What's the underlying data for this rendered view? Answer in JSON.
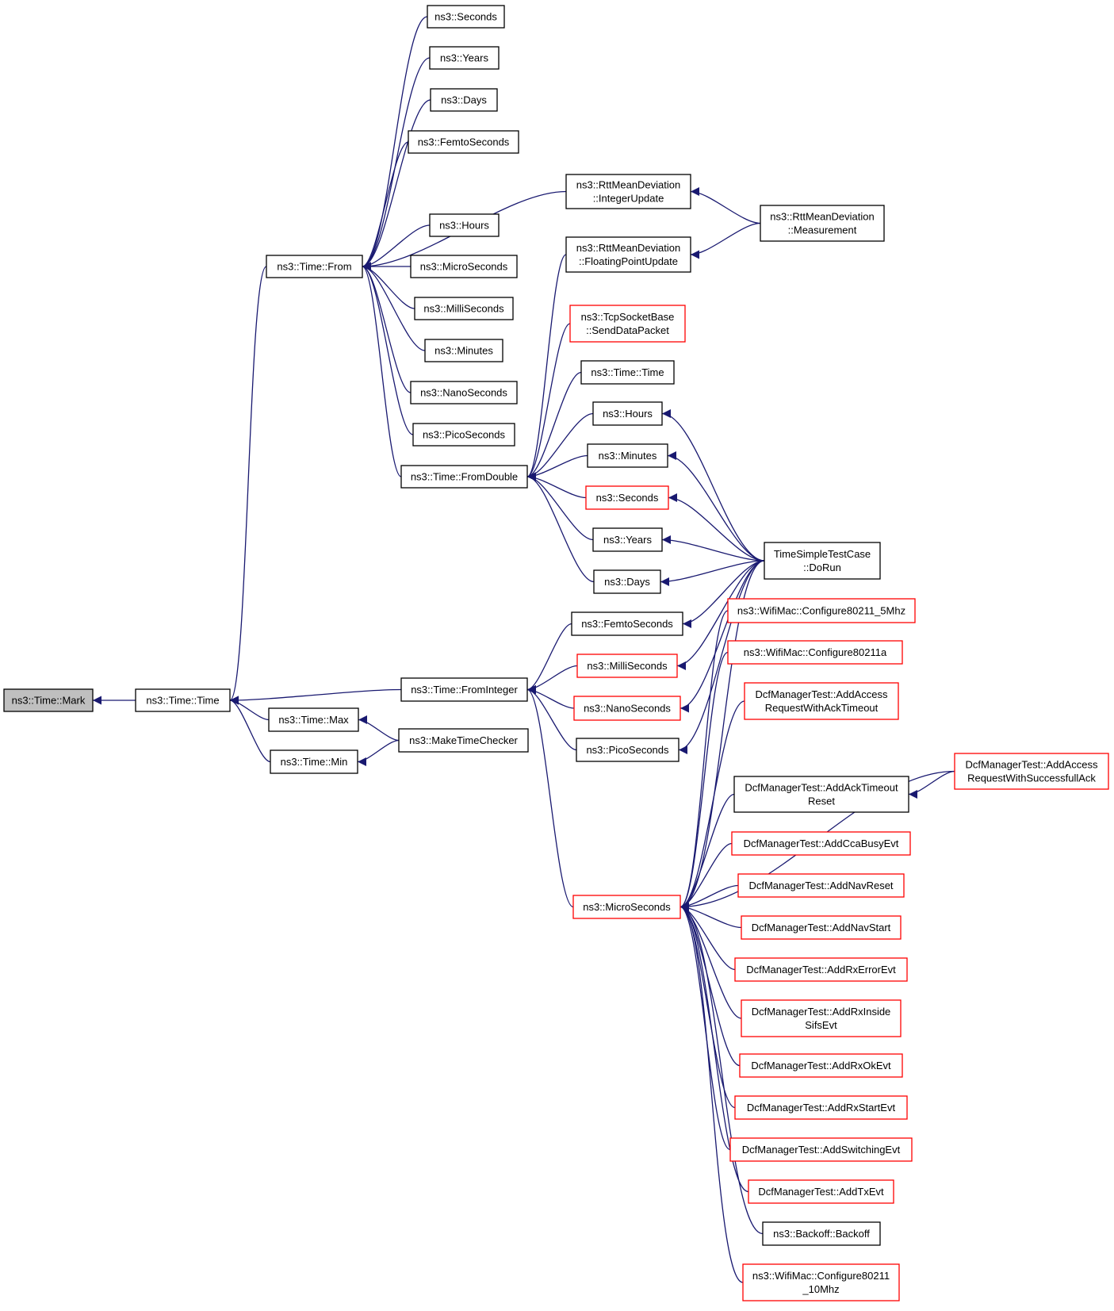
{
  "colors": {
    "edge": "#191970",
    "normal_border": "#000000",
    "link_border": "#ff0000",
    "root_fill": "#bfbfbf",
    "node_fill": "#ffffff"
  },
  "nodes": {
    "mark": {
      "lines": [
        "ns3::Time::Mark"
      ],
      "style": "root"
    },
    "time": {
      "lines": [
        "ns3::Time::Time"
      ],
      "style": "normal"
    },
    "from": {
      "lines": [
        "ns3::Time::From"
      ],
      "style": "normal"
    },
    "fromdouble": {
      "lines": [
        "ns3::Time::FromDouble"
      ],
      "style": "normal"
    },
    "frominteger": {
      "lines": [
        "ns3::Time::FromInteger"
      ],
      "style": "normal"
    },
    "max": {
      "lines": [
        "ns3::Time::Max"
      ],
      "style": "normal"
    },
    "min": {
      "lines": [
        "ns3::Time::Min"
      ],
      "style": "normal"
    },
    "maketimechecker": {
      "lines": [
        "ns3::MakeTimeChecker"
      ],
      "style": "normal"
    },
    "f_seconds": {
      "lines": [
        "ns3::Seconds"
      ],
      "style": "normal"
    },
    "f_years": {
      "lines": [
        "ns3::Years"
      ],
      "style": "normal"
    },
    "f_days": {
      "lines": [
        "ns3::Days"
      ],
      "style": "normal"
    },
    "f_femto": {
      "lines": [
        "ns3::FemtoSeconds"
      ],
      "style": "normal"
    },
    "f_hours": {
      "lines": [
        "ns3::Hours"
      ],
      "style": "normal"
    },
    "f_micro": {
      "lines": [
        "ns3::MicroSeconds"
      ],
      "style": "normal"
    },
    "f_milli": {
      "lines": [
        "ns3::MilliSeconds"
      ],
      "style": "normal"
    },
    "f_minutes": {
      "lines": [
        "ns3::Minutes"
      ],
      "style": "normal"
    },
    "f_nano": {
      "lines": [
        "ns3::NanoSeconds"
      ],
      "style": "normal"
    },
    "f_pico": {
      "lines": [
        "ns3::PicoSeconds"
      ],
      "style": "normal"
    },
    "rtt_int": {
      "lines": [
        "ns3::RttMeanDeviation",
        "::IntegerUpdate"
      ],
      "style": "normal"
    },
    "rtt_meas": {
      "lines": [
        "ns3::RttMeanDeviation",
        "::Measurement"
      ],
      "style": "normal"
    },
    "rtt_float": {
      "lines": [
        "ns3::RttMeanDeviation",
        "::FloatingPointUpdate"
      ],
      "style": "normal"
    },
    "tcp_send": {
      "lines": [
        "ns3::TcpSocketBase",
        "::SendDataPacket"
      ],
      "style": "link"
    },
    "d_timetime": {
      "lines": [
        "ns3::Time::Time"
      ],
      "style": "normal"
    },
    "d_hours": {
      "lines": [
        "ns3::Hours"
      ],
      "style": "normal"
    },
    "d_minutes": {
      "lines": [
        "ns3::Minutes"
      ],
      "style": "normal"
    },
    "d_seconds": {
      "lines": [
        "ns3::Seconds"
      ],
      "style": "link"
    },
    "d_years": {
      "lines": [
        "ns3::Years"
      ],
      "style": "normal"
    },
    "d_days": {
      "lines": [
        "ns3::Days"
      ],
      "style": "normal"
    },
    "tstc": {
      "lines": [
        "TimeSimpleTestCase",
        "::DoRun"
      ],
      "style": "normal"
    },
    "i_femto": {
      "lines": [
        "ns3::FemtoSeconds"
      ],
      "style": "normal"
    },
    "i_milli": {
      "lines": [
        "ns3::MilliSeconds"
      ],
      "style": "link"
    },
    "i_nano": {
      "lines": [
        "ns3::NanoSeconds"
      ],
      "style": "link"
    },
    "i_pico": {
      "lines": [
        "ns3::PicoSeconds"
      ],
      "style": "normal"
    },
    "i_micro": {
      "lines": [
        "ns3::MicroSeconds"
      ],
      "style": "link"
    },
    "wifi5": {
      "lines": [
        "ns3::WifiMac::Configure80211_5Mhz"
      ],
      "style": "link"
    },
    "wifia": {
      "lines": [
        "ns3::WifiMac::Configure80211a"
      ],
      "style": "link"
    },
    "dcf_ackto": {
      "lines": [
        "DcfManagerTest::AddAccess",
        "RequestWithAckTimeout"
      ],
      "style": "link"
    },
    "dcf_succ": {
      "lines": [
        "DcfManagerTest::AddAccess",
        "RequestWithSuccessfullAck"
      ],
      "style": "link"
    },
    "dcf_ackreset": {
      "lines": [
        "DcfManagerTest::AddAckTimeout",
        "Reset"
      ],
      "style": "normal"
    },
    "dcf_cca": {
      "lines": [
        "DcfManagerTest::AddCcaBusyEvt"
      ],
      "style": "link"
    },
    "dcf_navreset": {
      "lines": [
        "DcfManagerTest::AddNavReset"
      ],
      "style": "link"
    },
    "dcf_navstart": {
      "lines": [
        "DcfManagerTest::AddNavStart"
      ],
      "style": "link"
    },
    "dcf_rxerr": {
      "lines": [
        "DcfManagerTest::AddRxErrorEvt"
      ],
      "style": "link"
    },
    "dcf_rxinside": {
      "lines": [
        "DcfManagerTest::AddRxInside",
        "SifsEvt"
      ],
      "style": "link"
    },
    "dcf_rxok": {
      "lines": [
        "DcfManagerTest::AddRxOkEvt"
      ],
      "style": "link"
    },
    "dcf_rxstart": {
      "lines": [
        "DcfManagerTest::AddRxStartEvt"
      ],
      "style": "link"
    },
    "dcf_switch": {
      "lines": [
        "DcfManagerTest::AddSwitchingEvt"
      ],
      "style": "link"
    },
    "dcf_tx": {
      "lines": [
        "DcfManagerTest::AddTxEvt"
      ],
      "style": "link"
    },
    "backoff": {
      "lines": [
        "ns3::Backoff::Backoff"
      ],
      "style": "normal"
    },
    "wifi10": {
      "lines": [
        "ns3::WifiMac::Configure80211",
        "_10Mhz"
      ],
      "style": "link"
    }
  },
  "edges": [
    [
      "time",
      "mark"
    ],
    [
      "from",
      "time"
    ],
    [
      "frominteger",
      "time"
    ],
    [
      "max",
      "time"
    ],
    [
      "min",
      "time"
    ],
    [
      "maketimechecker",
      "max"
    ],
    [
      "maketimechecker",
      "min"
    ],
    [
      "f_seconds",
      "from"
    ],
    [
      "f_years",
      "from"
    ],
    [
      "f_days",
      "from"
    ],
    [
      "f_femto",
      "from"
    ],
    [
      "rtt_int",
      "from"
    ],
    [
      "f_hours",
      "from"
    ],
    [
      "f_micro",
      "from"
    ],
    [
      "f_milli",
      "from"
    ],
    [
      "f_minutes",
      "from"
    ],
    [
      "f_nano",
      "from"
    ],
    [
      "f_pico",
      "from"
    ],
    [
      "fromdouble",
      "from"
    ],
    [
      "rtt_meas",
      "rtt_int"
    ],
    [
      "rtt_meas",
      "rtt_float"
    ],
    [
      "rtt_float",
      "fromdouble"
    ],
    [
      "tcp_send",
      "fromdouble"
    ],
    [
      "d_timetime",
      "fromdouble"
    ],
    [
      "d_hours",
      "fromdouble"
    ],
    [
      "d_minutes",
      "fromdouble"
    ],
    [
      "d_seconds",
      "fromdouble"
    ],
    [
      "d_years",
      "fromdouble"
    ],
    [
      "d_days",
      "fromdouble"
    ],
    [
      "tstc",
      "d_hours"
    ],
    [
      "tstc",
      "d_minutes"
    ],
    [
      "tstc",
      "d_seconds"
    ],
    [
      "tstc",
      "d_years"
    ],
    [
      "tstc",
      "d_days"
    ],
    [
      "tstc",
      "i_femto"
    ],
    [
      "tstc",
      "i_milli"
    ],
    [
      "tstc",
      "i_nano"
    ],
    [
      "tstc",
      "i_pico"
    ],
    [
      "tstc",
      "i_micro"
    ],
    [
      "i_femto",
      "frominteger"
    ],
    [
      "i_milli",
      "frominteger"
    ],
    [
      "i_nano",
      "frominteger"
    ],
    [
      "i_pico",
      "frominteger"
    ],
    [
      "i_micro",
      "frominteger"
    ],
    [
      "dcf_succ",
      "dcf_ackreset"
    ],
    [
      "wifi5",
      "i_micro"
    ],
    [
      "wifia",
      "i_micro"
    ],
    [
      "dcf_ackto",
      "i_micro"
    ],
    [
      "dcf_succ",
      "i_micro"
    ],
    [
      "dcf_ackreset",
      "i_micro"
    ],
    [
      "dcf_cca",
      "i_micro"
    ],
    [
      "dcf_navreset",
      "i_micro"
    ],
    [
      "dcf_navstart",
      "i_micro"
    ],
    [
      "dcf_rxerr",
      "i_micro"
    ],
    [
      "dcf_rxinside",
      "i_micro"
    ],
    [
      "dcf_rxok",
      "i_micro"
    ],
    [
      "dcf_rxstart",
      "i_micro"
    ],
    [
      "dcf_switch",
      "i_micro"
    ],
    [
      "dcf_tx",
      "i_micro"
    ],
    [
      "backoff",
      "i_micro"
    ],
    [
      "wifi10",
      "i_micro"
    ]
  ]
}
